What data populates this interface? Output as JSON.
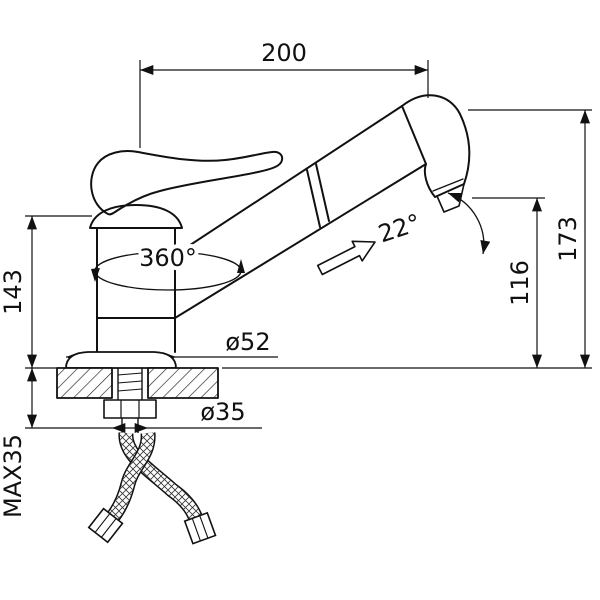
{
  "labels": {
    "spout_reach": "200",
    "overall_height": "173",
    "deck_to_handle_height": "143",
    "spout_outlet_height": "116",
    "handle_rotation": "360°",
    "spray_head_angle": "22°",
    "base_diameter": "ø52",
    "mounting_hole_diameter": "ø35",
    "max_deck_thickness": "MAX35"
  }
}
